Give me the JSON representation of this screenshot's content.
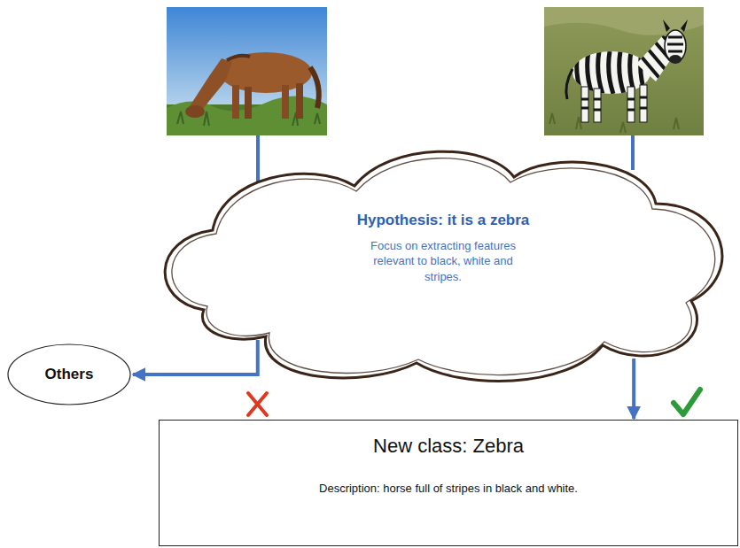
{
  "diagram": {
    "nodes": [
      {
        "text": [
          "Hypothesis: it is a zebra",
          "Focus on extracting features relevant to black, white and stripes."
        ]
      },
      {
        "text": [
          "Others"
        ]
      },
      {
        "text": [
          "New class: Zebra",
          "Description: horse full of stripes in black and white."
        ]
      }
    ],
    "edges": [
      {
        "from": 0,
        "to": 1,
        "arrow": "to"
      },
      {
        "from": 0,
        "to": 2,
        "arrow": "to"
      }
    ]
  }
}
